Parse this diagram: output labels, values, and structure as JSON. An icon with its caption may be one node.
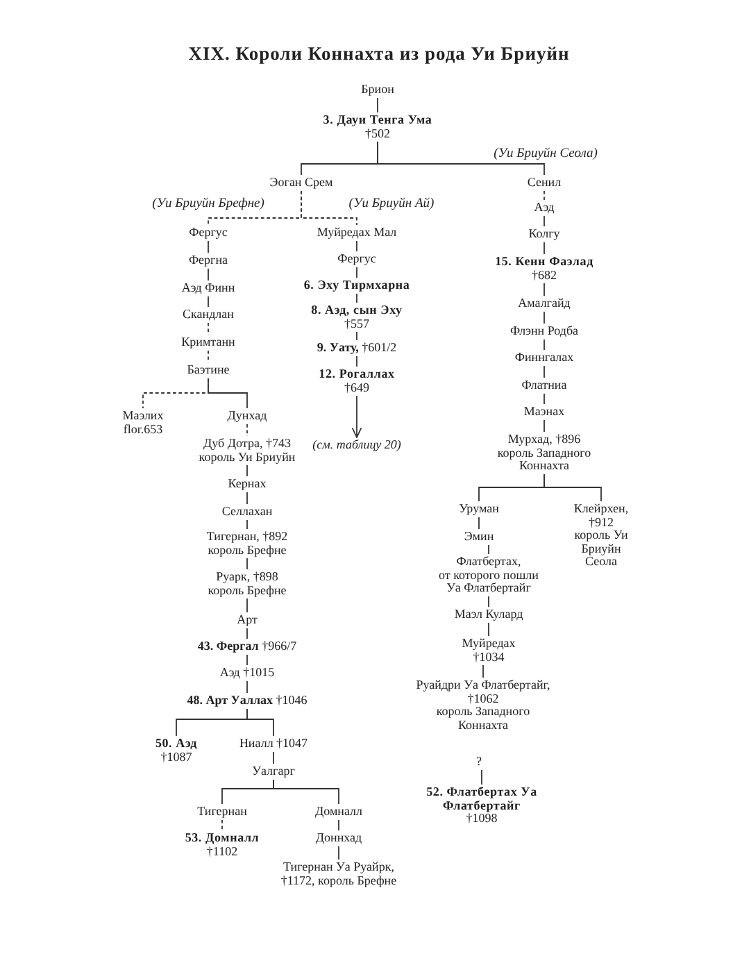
{
  "diagram": {
    "title": "XIX. Короли Коннахта из рода Уи Бриуйн",
    "nodes": [
      {
        "text": [
          "Брион"
        ]
      },
      {
        "text": [
          "3. Дауи Тенга Ума",
          "†502"
        ]
      },
      {
        "text": [
          "Эоган Срем"
        ]
      },
      {
        "text": [
          "Фергус"
        ]
      },
      {
        "text": [
          "Фергна"
        ]
      },
      {
        "text": [
          "Аэд Финн"
        ]
      },
      {
        "text": [
          "Скандлан"
        ]
      },
      {
        "text": [
          "Кримтанн"
        ]
      },
      {
        "text": [
          "Баэтине"
        ]
      },
      {
        "text": [
          "Маэлих",
          "flor.653"
        ]
      },
      {
        "text": [
          "Дунхад"
        ]
      },
      {
        "text": [
          "Дуб Дотра, †743",
          "король Уи Бриуйн"
        ]
      },
      {
        "text": [
          "Кернах"
        ]
      },
      {
        "text": [
          "Селлахан"
        ]
      },
      {
        "text": [
          "Тигернан, †892",
          "король Брефне"
        ]
      },
      {
        "text": [
          "Руарк, †898",
          "король Брефне"
        ]
      },
      {
        "text": [
          "Арт"
        ]
      },
      {
        "text": [
          "**43. Фергал** †966/7"
        ]
      },
      {
        "text": [
          "Аэд †1015"
        ]
      },
      {
        "text": [
          "**48. Арт Уаллах** †1046"
        ]
      },
      {
        "text": [
          "50. Аэд",
          "†1087"
        ]
      },
      {
        "text": [
          "Ниалл †1047"
        ]
      },
      {
        "text": [
          "Уалгарг"
        ]
      },
      {
        "text": [
          "Тигернан"
        ]
      },
      {
        "text": [
          "53. Домналл",
          "†1102"
        ]
      },
      {
        "text": [
          "Домналл"
        ]
      },
      {
        "text": [
          "Доннхад"
        ]
      },
      {
        "text": [
          "Тигернан Уа Руайрк,",
          "†1172, король Брефне"
        ]
      },
      {
        "text": [
          "Муйредах Мал"
        ]
      },
      {
        "text": [
          "Фергус"
        ]
      },
      {
        "text": [
          "6. Эху Тирмхарна"
        ]
      },
      {
        "text": [
          "8. Аэд, сын Эху",
          "†557"
        ]
      },
      {
        "text": [
          "**9. Уату,** †601/2"
        ]
      },
      {
        "text": [
          "12. Рогаллах",
          "†649"
        ]
      },
      {
        "text": [
          "(см. таблицу 20)"
        ]
      },
      {
        "text": [
          "Сенил"
        ]
      },
      {
        "text": [
          "Аэд"
        ]
      },
      {
        "text": [
          "Колгу"
        ]
      },
      {
        "text": [
          "15. Кенн Фаэлад",
          "†682"
        ]
      },
      {
        "text": [
          "Амалгайд"
        ]
      },
      {
        "text": [
          "Флэнн Родба"
        ]
      },
      {
        "text": [
          "Финнгалах"
        ]
      },
      {
        "text": [
          "Флатниа"
        ]
      },
      {
        "text": [
          "Маэнах"
        ]
      },
      {
        "text": [
          "Мурхад, †896",
          "король Западного Коннахта"
        ]
      },
      {
        "text": [
          "Уруман"
        ]
      },
      {
        "text": [
          "Клейрхен, †912",
          "король Уи Бриуйн Сеола"
        ]
      },
      {
        "text": [
          "Эмин"
        ]
      },
      {
        "text": [
          "Флатбертах,",
          "от которого пошли Уа Флатбертайг"
        ]
      },
      {
        "text": [
          "Маэл Кулард"
        ]
      },
      {
        "text": [
          "Муйредах",
          "†1034"
        ]
      },
      {
        "text": [
          "Руайдри Уа Флатбертайг,",
          "†1062",
          "король Западного Коннахта"
        ]
      },
      {
        "text": [
          "?"
        ]
      },
      {
        "text": [
          "52. Флатбертах Уа Флатбертайг",
          "†1098"
        ]
      }
    ],
    "edges": [
      {
        "from": 0,
        "to": 1,
        "arrow": "none"
      },
      {
        "from": 1,
        "to": 2,
        "arrow": "none"
      },
      {
        "from": 1,
        "to": 35,
        "arrow": "none"
      },
      {
        "from": 2,
        "to": 3,
        "arrow": "none",
        "style": "dashed"
      },
      {
        "from": 2,
        "to": 28,
        "arrow": "none",
        "style": "dashed"
      },
      {
        "from": 3,
        "to": 4,
        "arrow": "none"
      },
      {
        "from": 4,
        "to": 5,
        "arrow": "none"
      },
      {
        "from": 5,
        "to": 6,
        "arrow": "none"
      },
      {
        "from": 6,
        "to": 7,
        "arrow": "none",
        "style": "dashed"
      },
      {
        "from": 7,
        "to": 8,
        "arrow": "none",
        "style": "dashed"
      },
      {
        "from": 8,
        "to": 9,
        "arrow": "none",
        "style": "dashed"
      },
      {
        "from": 8,
        "to": 10,
        "arrow": "none"
      },
      {
        "from": 10,
        "to": 11,
        "arrow": "none",
        "style": "dashed"
      },
      {
        "from": 11,
        "to": 12,
        "arrow": "none"
      },
      {
        "from": 12,
        "to": 13,
        "arrow": "none"
      },
      {
        "from": 13,
        "to": 14,
        "arrow": "none"
      },
      {
        "from": 14,
        "to": 15,
        "arrow": "none"
      },
      {
        "from": 15,
        "to": 16,
        "arrow": "none"
      },
      {
        "from": 16,
        "to": 17,
        "arrow": "none"
      },
      {
        "from": 17,
        "to": 18,
        "arrow": "none"
      },
      {
        "from": 18,
        "to": 19,
        "arrow": "none"
      },
      {
        "from": 19,
        "to": 20,
        "arrow": "none"
      },
      {
        "from": 19,
        "to": 21,
        "arrow": "none"
      },
      {
        "from": 21,
        "to": 22,
        "arrow": "none"
      },
      {
        "from": 22,
        "to": 23,
        "arrow": "none"
      },
      {
        "from": 22,
        "to": 25,
        "arrow": "none"
      },
      {
        "from": 23,
        "to": 24,
        "arrow": "none",
        "style": "dashed"
      },
      {
        "from": 25,
        "to": 26,
        "arrow": "none"
      },
      {
        "from": 26,
        "to": 27,
        "arrow": "none"
      },
      {
        "from": 28,
        "to": 29,
        "arrow": "none"
      },
      {
        "from": 29,
        "to": 30,
        "arrow": "none"
      },
      {
        "from": 30,
        "to": 31,
        "arrow": "none"
      },
      {
        "from": 31,
        "to": 32,
        "arrow": "none"
      },
      {
        "from": 32,
        "to": 33,
        "arrow": "none"
      },
      {
        "from": 33,
        "to": 34,
        "arrow": "to"
      },
      {
        "from": 35,
        "to": 36,
        "arrow": "none",
        "style": "dashed"
      },
      {
        "from": 36,
        "to": 37,
        "arrow": "none"
      },
      {
        "from": 37,
        "to": 38,
        "arrow": "none"
      },
      {
        "from": 38,
        "to": 39,
        "arrow": "none"
      },
      {
        "from": 39,
        "to": 40,
        "arrow": "none"
      },
      {
        "from": 40,
        "to": 41,
        "arrow": "none"
      },
      {
        "from": 41,
        "to": 42,
        "arrow": "none"
      },
      {
        "from": 42,
        "to": 43,
        "arrow": "none"
      },
      {
        "from": 43,
        "to": 44,
        "arrow": "none"
      },
      {
        "from": 44,
        "to": 45,
        "arrow": "none"
      },
      {
        "from": 44,
        "to": 46,
        "arrow": "none"
      },
      {
        "from": 45,
        "to": 47,
        "arrow": "none"
      },
      {
        "from": 47,
        "to": 48,
        "arrow": "none"
      },
      {
        "from": 48,
        "to": 49,
        "arrow": "none"
      },
      {
        "from": 49,
        "to": 50,
        "arrow": "none"
      },
      {
        "from": 50,
        "to": 51,
        "arrow": "none"
      },
      {
        "from": 52,
        "to": 53,
        "arrow": "none"
      }
    ],
    "labels": [
      "(Уи Бриуйн Сеола)",
      "(Уи Бриуйн Брефне)",
      "(Уи Бриуйн Ай)"
    ]
  }
}
